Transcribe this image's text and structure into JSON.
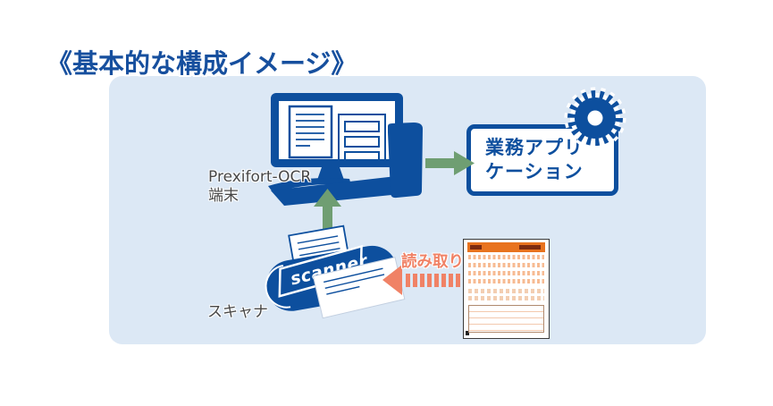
{
  "diagram": {
    "title": "《基本的な構成イメージ》",
    "labels": {
      "terminal": "Prexifort-OCR\n端末",
      "scanner_jp": "スキャナ",
      "scanner_device": "scanner",
      "app_line1": "業務アプリ",
      "app_line2": "ケーション",
      "scan_action": "読み取り"
    },
    "colors": {
      "primary_blue": "#0d4f9e",
      "title_blue": "#164f9e",
      "panel_blue": "#dce8f5",
      "arrow_green": "#6f9e72",
      "scan_orange": "#f08266",
      "form_header_orange": "#e8731f",
      "label_gray": "#474747"
    }
  }
}
